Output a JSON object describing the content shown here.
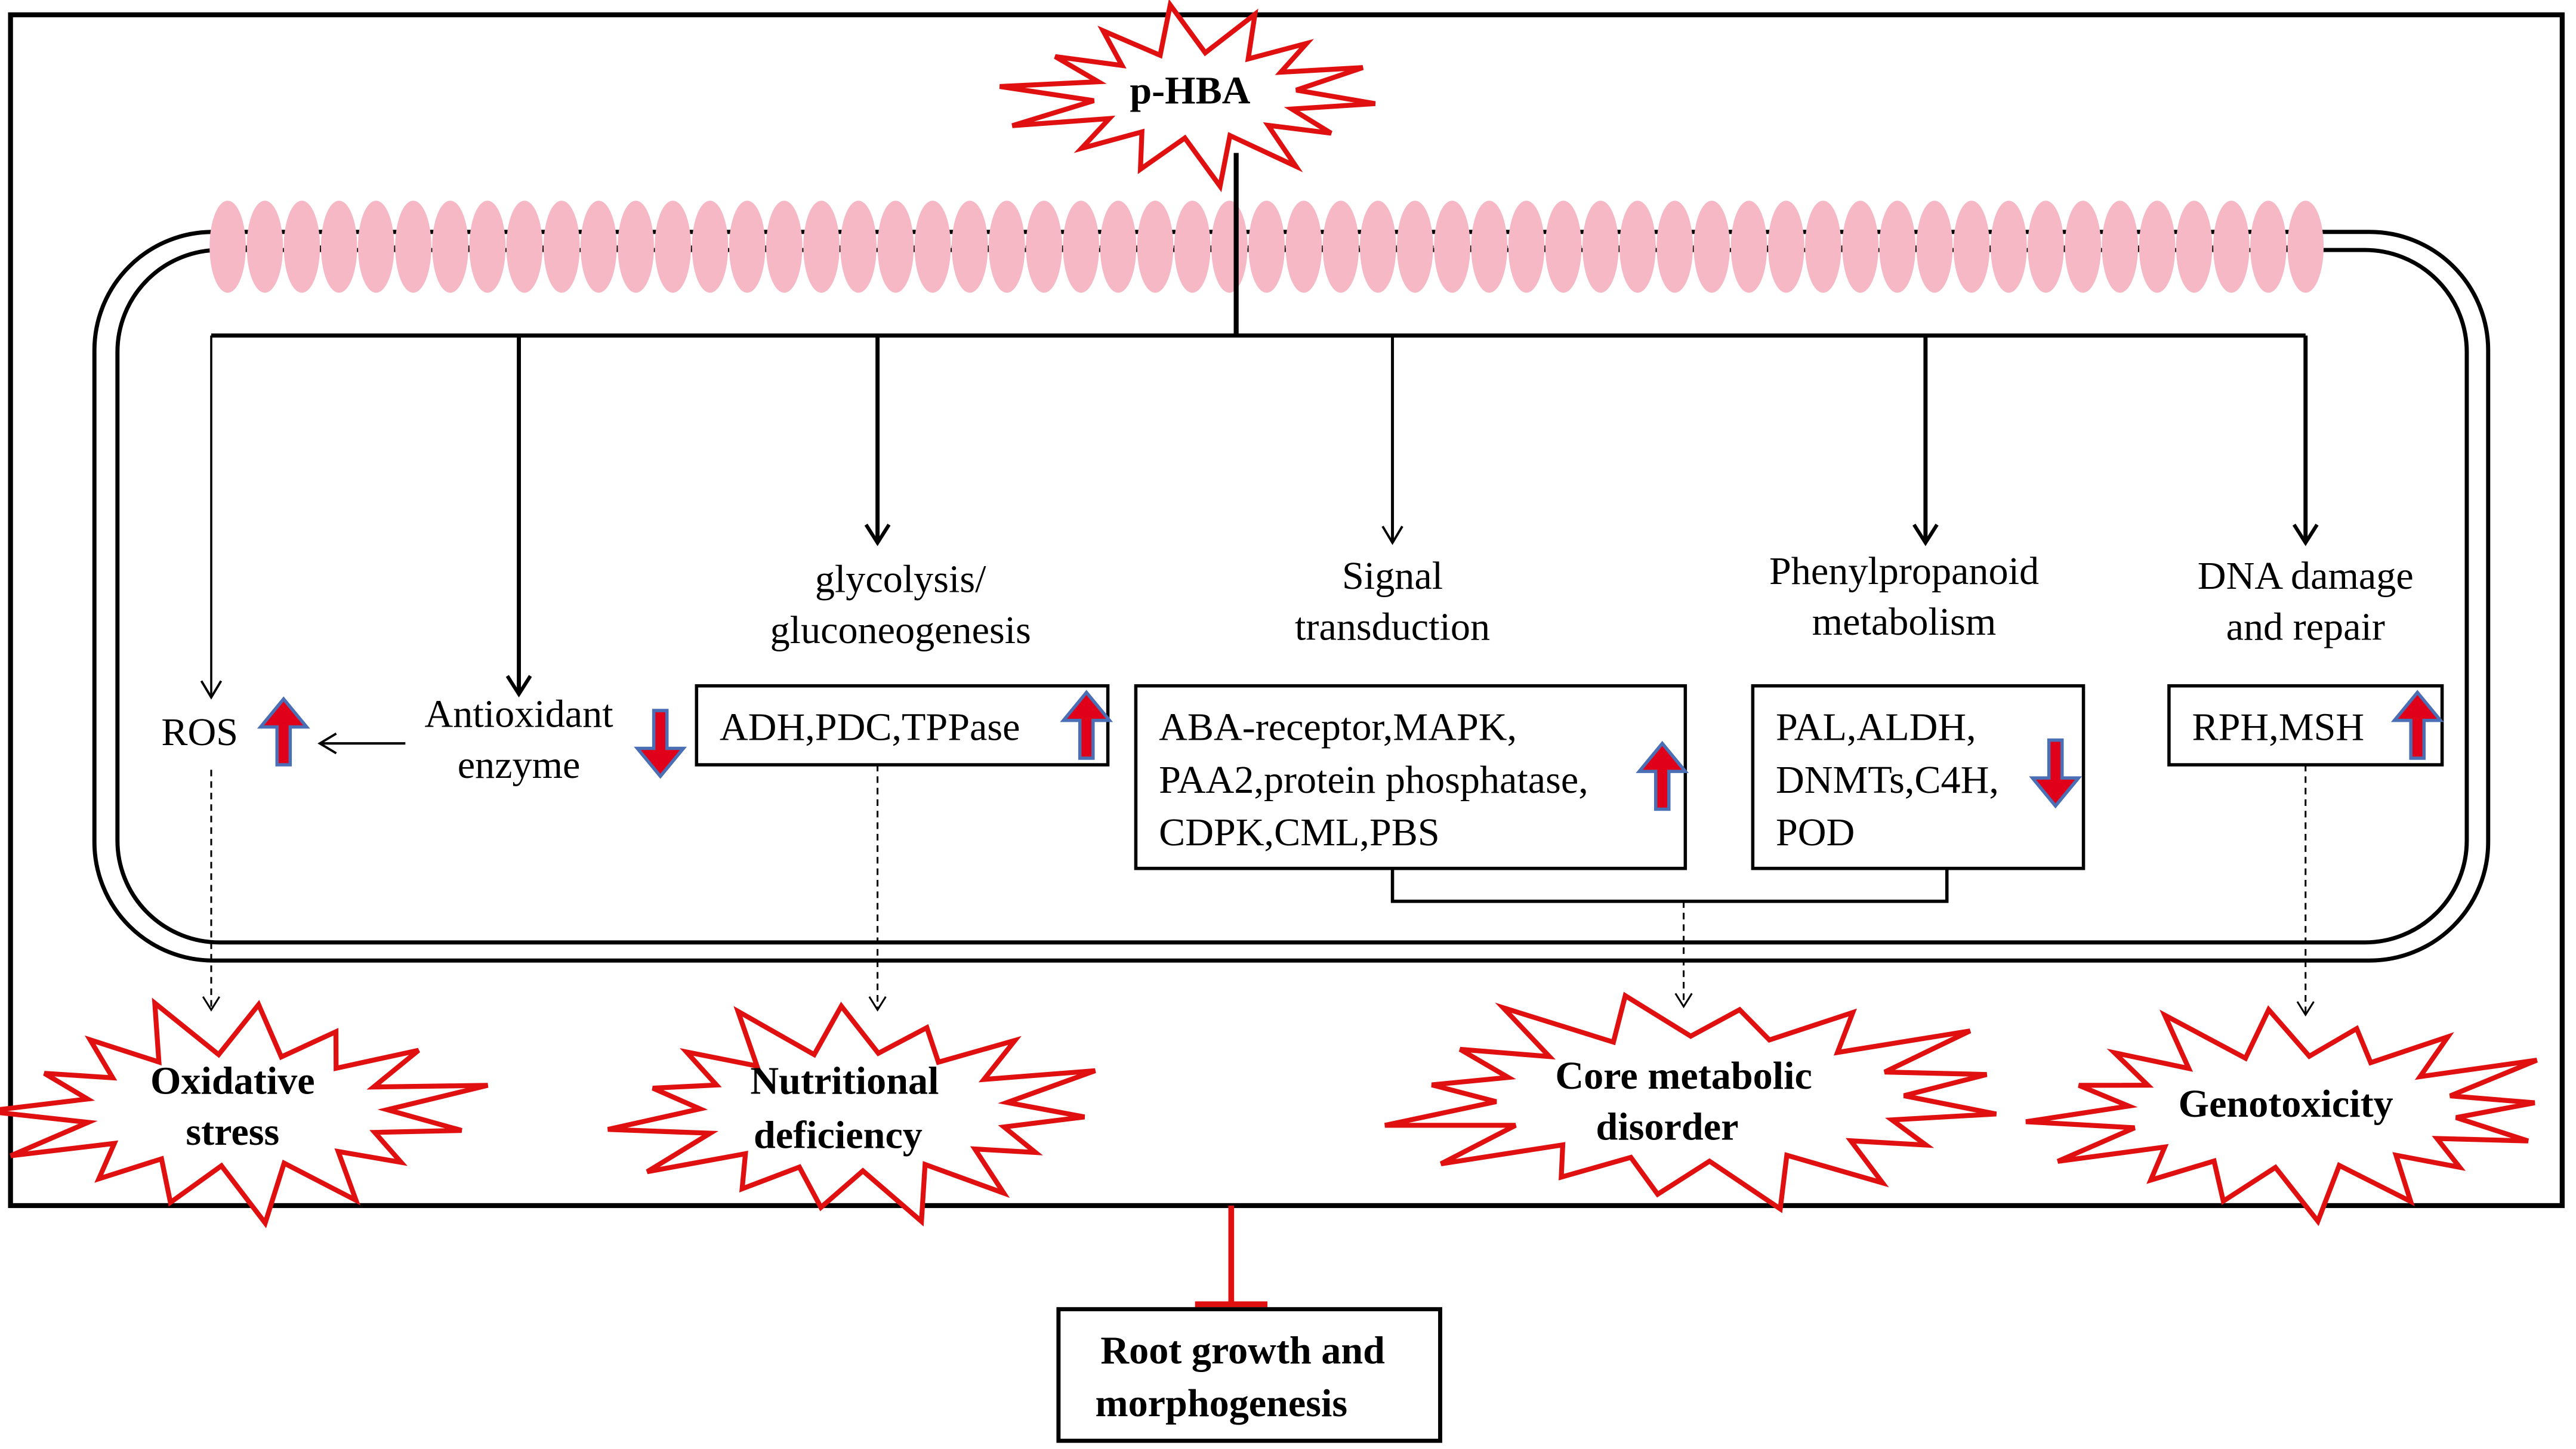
{
  "trigger": {
    "label": "p-HBA"
  },
  "pathways": {
    "glycolysis": {
      "line1": "glycolysis/",
      "line2": "gluconeogenesis"
    },
    "signal": {
      "line1": "Signal",
      "line2": "transduction"
    },
    "phenyl": {
      "line1": "Phenylpropanoid",
      "line2": "metabolism"
    },
    "dna": {
      "line1": "DNA damage",
      "line2": "and repair"
    }
  },
  "ros": {
    "label": "ROS",
    "direction": "up"
  },
  "antioxidant": {
    "line1": "Antioxidant",
    "line2": "enzyme",
    "direction": "down"
  },
  "genes": {
    "glyco": {
      "text": "ADH,PDC,TPPase",
      "direction": "up"
    },
    "signal": {
      "line1": "ABA-receptor,MAPK,",
      "line2": "PAA2,protein phosphatase,",
      "line3": "CDPK,CML,PBS",
      "direction": "up"
    },
    "phenyl": {
      "line1": "PAL,ALDH,",
      "line2": "DNMTs,C4H,",
      "line3": "POD",
      "direction": "down"
    },
    "dna": {
      "text": "RPH,MSH",
      "direction": "up"
    }
  },
  "outcomes": {
    "oxidative": {
      "line1": "Oxidative",
      "line2": "stress"
    },
    "nutritional": {
      "line1": "Nutritional",
      "line2": "deficiency"
    },
    "core": {
      "line1": "Core metabolic",
      "line2": "disorder"
    },
    "geno": {
      "line1": "Genotoxicity"
    }
  },
  "result": {
    "line1": "Root growth and",
    "line2": "morphogenesis"
  },
  "colors": {
    "membrane": "#f5b8c4",
    "burst_stroke": "#e01010",
    "inhibit": "#e01010",
    "arrow_fill": "#e0001a",
    "arrow_outline": "#4a6fb5",
    "line": "#000000"
  }
}
